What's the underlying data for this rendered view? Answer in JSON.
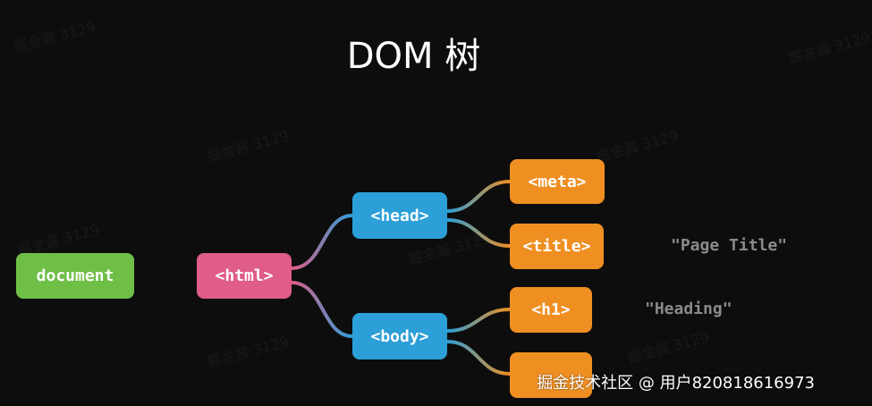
{
  "title": "DOM 树",
  "nodes": {
    "document": "document",
    "html": "<html>",
    "head": "<head>",
    "body": "<body>",
    "meta": "<meta>",
    "title": "<title>",
    "h1": "<h1>",
    "body_child": ""
  },
  "text_nodes": {
    "page_title": "\"Page Title\"",
    "heading": "\"Heading\""
  },
  "watermarks": [
    "掘金酱 3129",
    "掘金酱 3129",
    "掘金酱 3129",
    "掘金酱 3129",
    "掘金酱 3129",
    "掘金酱 3129",
    "掘金酱 3129",
    "掘金酱 3129"
  ],
  "footer": "掘金技术社区 @ 用户820818616973",
  "colors": {
    "background": "#0d0d0d",
    "document": "#6fbf47",
    "html": "#e05d87",
    "head_body": "#2c9fd8",
    "leaf": "#ef8f22",
    "text_node": "#8a8a8a"
  }
}
